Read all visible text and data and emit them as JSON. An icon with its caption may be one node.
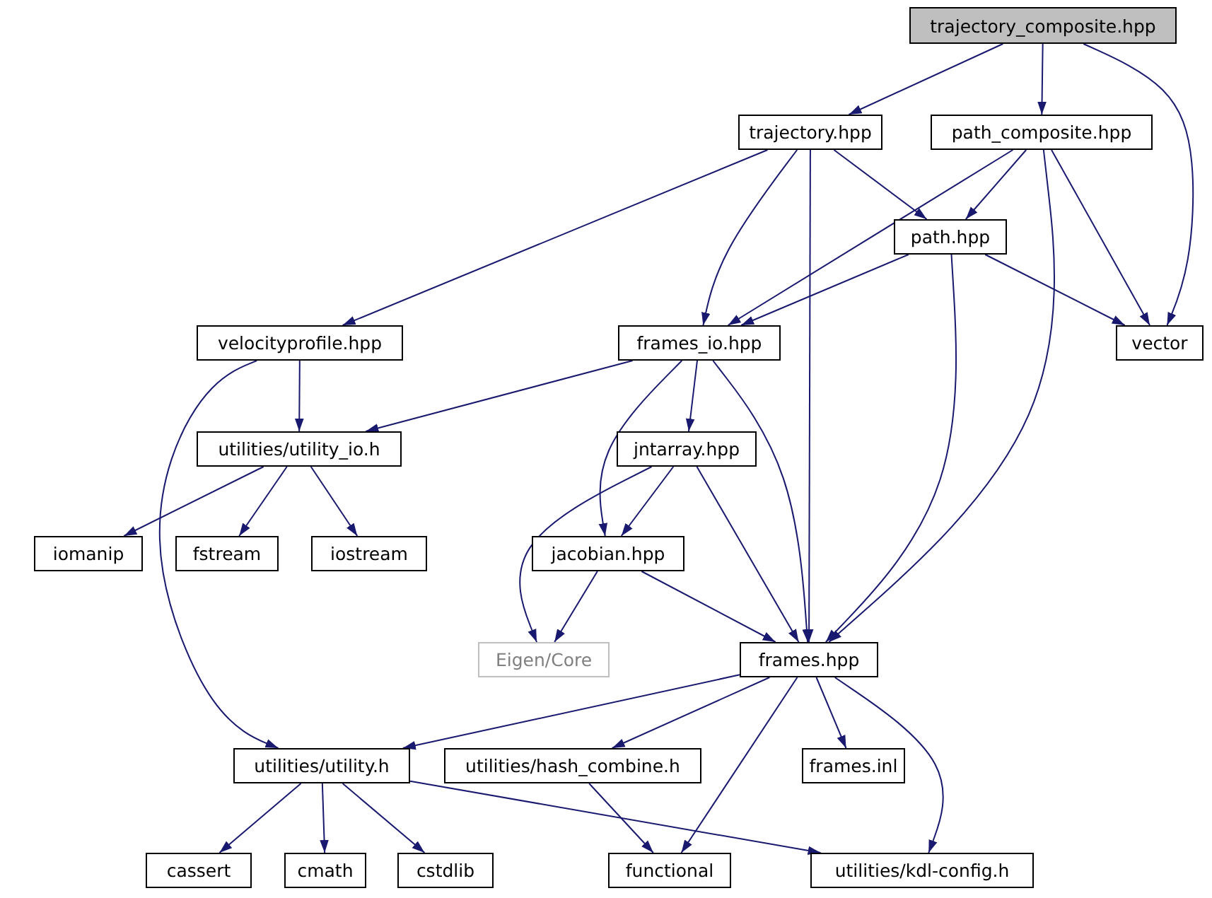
{
  "diagram": {
    "nodes": [
      {
        "text": [
          "trajectory_composite.hpp"
        ]
      },
      {
        "text": [
          "trajectory.hpp"
        ]
      },
      {
        "text": [
          "path_composite.hpp"
        ]
      },
      {
        "text": [
          "path.hpp"
        ]
      },
      {
        "text": [
          "vector"
        ]
      },
      {
        "text": [
          "velocityprofile.hpp"
        ]
      },
      {
        "text": [
          "frames_io.hpp"
        ]
      },
      {
        "text": [
          "utilities/utility_io.h"
        ]
      },
      {
        "text": [
          "jntarray.hpp"
        ]
      },
      {
        "text": [
          "iomanip"
        ]
      },
      {
        "text": [
          "fstream"
        ]
      },
      {
        "text": [
          "iostream"
        ]
      },
      {
        "text": [
          "jacobian.hpp"
        ]
      },
      {
        "text": [
          "Eigen/Core"
        ]
      },
      {
        "text": [
          "frames.hpp"
        ]
      },
      {
        "text": [
          "utilities/utility.h"
        ]
      },
      {
        "text": [
          "utilities/hash_combine.h"
        ]
      },
      {
        "text": [
          "frames.inl"
        ]
      },
      {
        "text": [
          "cassert"
        ]
      },
      {
        "text": [
          "cmath"
        ]
      },
      {
        "text": [
          "cstdlib"
        ]
      },
      {
        "text": [
          "functional"
        ]
      },
      {
        "text": [
          "utilities/kdl-config.h"
        ]
      }
    ],
    "edges": [
      {
        "from": 0,
        "to": 1,
        "arrow": "to"
      },
      {
        "from": 0,
        "to": 2,
        "arrow": "to"
      },
      {
        "from": 0,
        "to": 4,
        "arrow": "to"
      },
      {
        "from": 1,
        "to": 5,
        "arrow": "to"
      },
      {
        "from": 1,
        "to": 6,
        "arrow": "to"
      },
      {
        "from": 1,
        "to": 3,
        "arrow": "to"
      },
      {
        "from": 1,
        "to": 14,
        "arrow": "to"
      },
      {
        "from": 2,
        "to": 6,
        "arrow": "to"
      },
      {
        "from": 2,
        "to": 3,
        "arrow": "to"
      },
      {
        "from": 2,
        "to": 4,
        "arrow": "to"
      },
      {
        "from": 2,
        "to": 14,
        "arrow": "to"
      },
      {
        "from": 3,
        "to": 6,
        "arrow": "to"
      },
      {
        "from": 3,
        "to": 4,
        "arrow": "to"
      },
      {
        "from": 3,
        "to": 14,
        "arrow": "to"
      },
      {
        "from": 5,
        "to": 7,
        "arrow": "to"
      },
      {
        "from": 5,
        "to": 15,
        "arrow": "to"
      },
      {
        "from": 6,
        "to": 7,
        "arrow": "to"
      },
      {
        "from": 6,
        "to": 8,
        "arrow": "to"
      },
      {
        "from": 6,
        "to": 12,
        "arrow": "to"
      },
      {
        "from": 6,
        "to": 14,
        "arrow": "to"
      },
      {
        "from": 7,
        "to": 9,
        "arrow": "to"
      },
      {
        "from": 7,
        "to": 10,
        "arrow": "to"
      },
      {
        "from": 7,
        "to": 11,
        "arrow": "to"
      },
      {
        "from": 8,
        "to": 13,
        "arrow": "to"
      },
      {
        "from": 8,
        "to": 12,
        "arrow": "to"
      },
      {
        "from": 8,
        "to": 14,
        "arrow": "to"
      },
      {
        "from": 12,
        "to": 13,
        "arrow": "to"
      },
      {
        "from": 12,
        "to": 14,
        "arrow": "to"
      },
      {
        "from": 14,
        "to": 15,
        "arrow": "to"
      },
      {
        "from": 14,
        "to": 16,
        "arrow": "to"
      },
      {
        "from": 14,
        "to": 17,
        "arrow": "to"
      },
      {
        "from": 14,
        "to": 21,
        "arrow": "to"
      },
      {
        "from": 14,
        "to": 22,
        "arrow": "to"
      },
      {
        "from": 15,
        "to": 18,
        "arrow": "to"
      },
      {
        "from": 15,
        "to": 19,
        "arrow": "to"
      },
      {
        "from": 15,
        "to": 20,
        "arrow": "to"
      },
      {
        "from": 15,
        "to": 22,
        "arrow": "to"
      },
      {
        "from": 16,
        "to": 21,
        "arrow": "to"
      }
    ]
  }
}
